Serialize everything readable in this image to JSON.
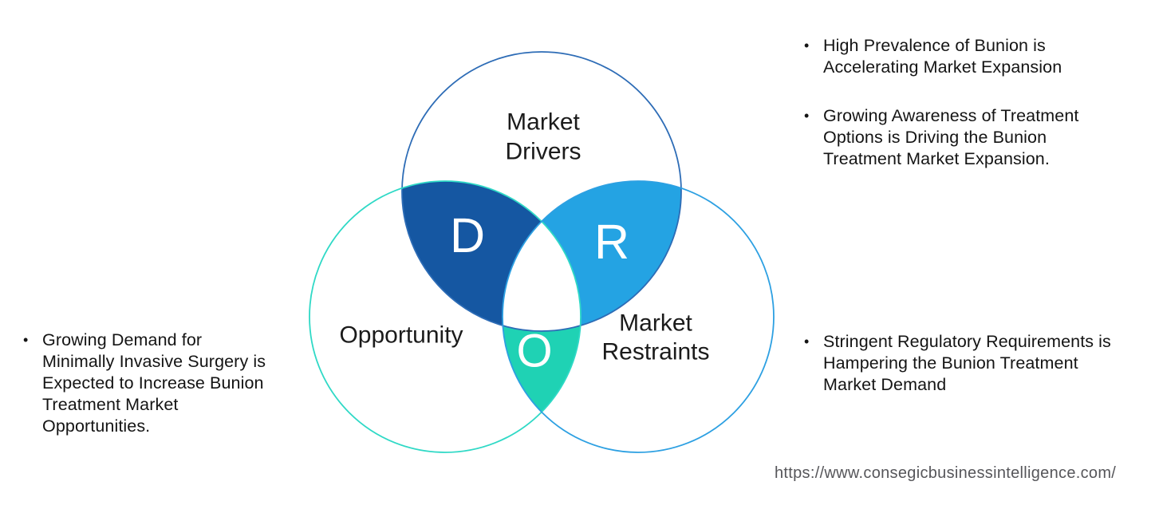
{
  "venn": {
    "labels": {
      "drivers": [
        "Market",
        "Drivers"
      ],
      "opportunity": "Opportunity",
      "restraints": [
        "Market",
        "Restraints"
      ]
    },
    "letters": {
      "drivers": "D",
      "restraints": "R",
      "opportunity": "O"
    },
    "colors": {
      "drivers_lens": "#1557A2",
      "restraints_lens": "#24A3E3",
      "opportunity_lens": "#1FD2B4",
      "drivers_outline": "#2D6CB6",
      "opportunity_outline": "#2FD9C6",
      "restraints_outline": "#2DA0E2",
      "letter": "#FFFFFF",
      "label_text": "#1B1B1B"
    }
  },
  "lists": {
    "bullet_char": "•",
    "top_right": [
      {
        "lines": [
          "High Prevalence of Bunion is",
          "Accelerating Market Expansion"
        ]
      },
      {
        "lines": [
          "Growing Awareness of Treatment",
          "Options is Driving the Bunion",
          "Treatment Market Expansion."
        ]
      }
    ],
    "left": [
      {
        "lines": [
          "Growing Demand for",
          "Minimally Invasive Surgery is",
          "Expected to Increase Bunion",
          "Treatment Market",
          "Opportunities."
        ]
      }
    ],
    "right": [
      {
        "lines": [
          "Stringent Regulatory Requirements is",
          "Hampering the Bunion Treatment",
          "Market Demand"
        ]
      }
    ]
  },
  "footer": {
    "url": "https://www.consegicbusinessintelligence.com/"
  }
}
